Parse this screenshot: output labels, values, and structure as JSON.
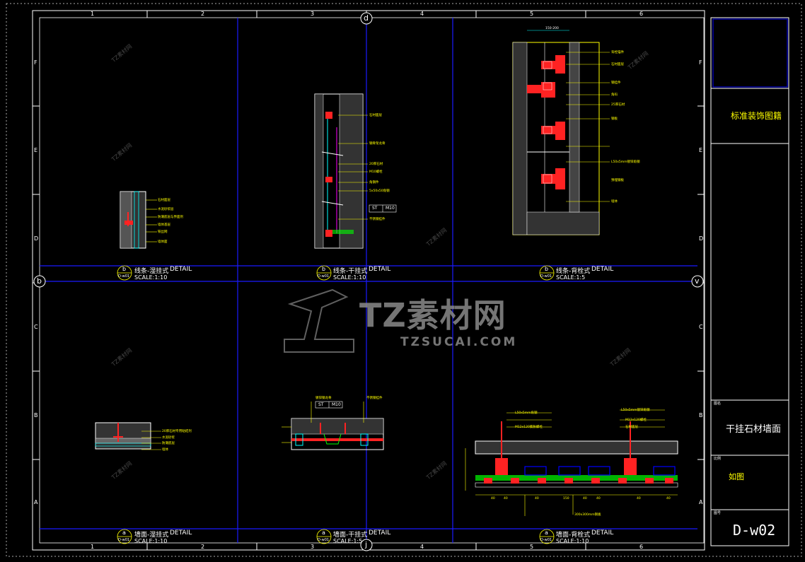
{
  "grid": {
    "cols": [
      "1",
      "2",
      "3",
      "4",
      "5",
      "6"
    ],
    "rows": [
      "F",
      "E",
      "D",
      "C",
      "B",
      "A"
    ],
    "markers": {
      "top": "d",
      "bottom": "j",
      "left": "b",
      "right": "v"
    }
  },
  "details": [
    {
      "id": "top-left",
      "badge_letter": "b",
      "badge_ref": "D-w01",
      "title": "线条-湿挂式",
      "detail_word": "DETAIL",
      "scale": "SCALE:1:10",
      "callouts": [
        "石材面层",
        "水泥砂浆层",
        "防潮底层与界面剂",
        "墙体基层",
        "铁丝网",
        "墙体面"
      ]
    },
    {
      "id": "top-mid",
      "badge_letter": "b",
      "badge_ref": "D-w01",
      "title": "线条-干挂式",
      "detail_word": "DETAIL",
      "scale": "SCALE:1:10",
      "callouts": [
        "石材面层",
        "钢骨架龙骨",
        "20厚石材",
        "M10螺栓",
        "角钢件",
        "5x50x50角钢",
        "不锈钢挂件"
      ],
      "table": [
        "ST",
        "M10"
      ]
    },
    {
      "id": "top-right",
      "badge_letter": "b",
      "badge_ref": "D-w01",
      "title": "线条-背栓式",
      "detail_word": "DETAIL",
      "scale": "SCALE:1:5",
      "dimension": "150-200",
      "callouts": [
        "背栓锚件",
        "石材面层",
        "钢挂件",
        "角码",
        "25厚石材",
        "钢板",
        "L50x5mm镀锌角钢",
        "预埋钢板",
        "墙体"
      ]
    },
    {
      "id": "bottom-left",
      "badge_letter": "a",
      "badge_ref": "D-w01",
      "title": "墙面-湿挂式",
      "detail_word": "DETAIL",
      "scale": "SCALE:1:10",
      "callouts": [
        "20厚石材专用粘结剂",
        "水泥砂浆",
        "防潮底层",
        "墙体"
      ]
    },
    {
      "id": "bottom-mid",
      "badge_letter": "a",
      "badge_ref": "D-w01",
      "title": "墙面-干挂式",
      "detail_word": "DETAIL",
      "scale": "SCALE:1:5",
      "callouts": [
        "镀锌钢龙骨",
        "不锈钢挂件"
      ],
      "table": [
        "ST",
        "M10"
      ]
    },
    {
      "id": "bottom-right",
      "badge_letter": "a",
      "badge_ref": "D-w01",
      "title": "墙面-背栓式",
      "detail_word": "DETAIL",
      "scale": "SCALE:1:10",
      "callouts": [
        "L50x5mm角钢",
        "L50x5mm镀锌角钢",
        "M12x120膨胀螺栓",
        "M12x120螺栓",
        "石材面层",
        "300x300mm钢板"
      ],
      "dims": [
        "40",
        "40",
        "40",
        "150",
        "40",
        "40",
        "40",
        "40"
      ]
    }
  ],
  "title_block": {
    "drawing_type": "标准装饰图籍",
    "name_label": "图名",
    "drawing_name": "干挂石材墙面",
    "scale_label": "比例",
    "scale_value": "如图",
    "number_label": "图号",
    "drawing_number": "D-w02"
  },
  "watermark": {
    "brand": "TZ素材网",
    "url": "TZSUCAI.COM",
    "small": "TZ素材网"
  },
  "colors": {
    "frame": "#ffffff",
    "grid": "#1a1aff",
    "annotation": "#ffff00",
    "steel": "#ff2020",
    "cyan": "#00ffff",
    "green": "#00ff00",
    "magenta": "#ff00ff"
  }
}
